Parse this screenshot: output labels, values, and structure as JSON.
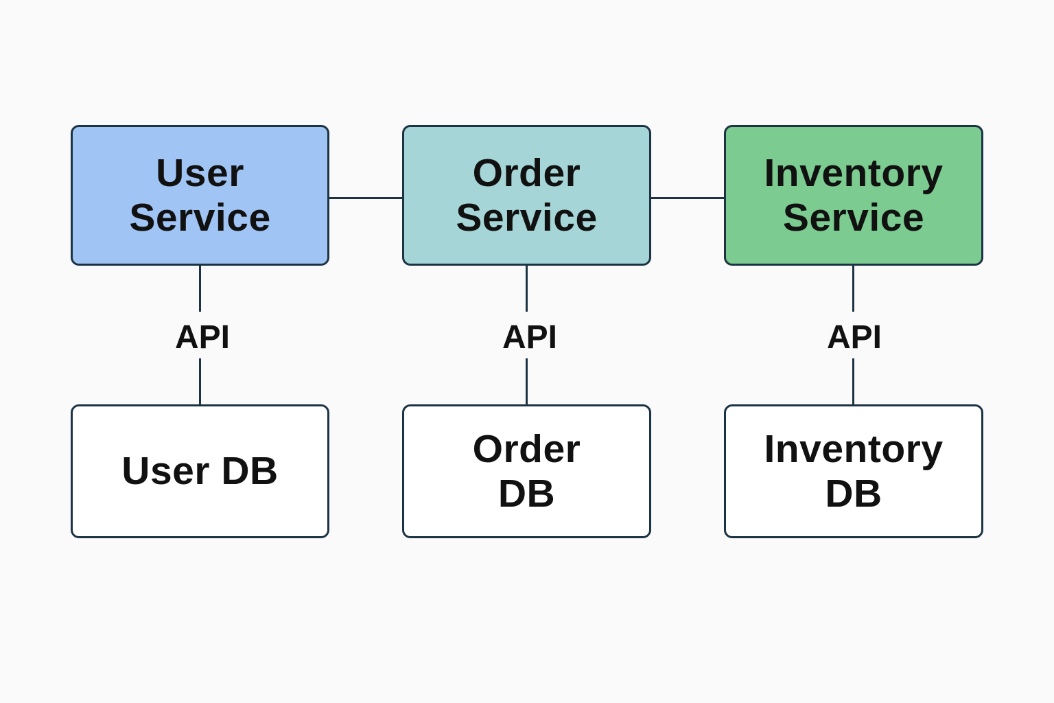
{
  "services": [
    {
      "line1": "User",
      "line2": "Service",
      "color": "#a0c4f4"
    },
    {
      "line1": "Order",
      "line2": "Service",
      "color": "#a5d5d6"
    },
    {
      "line1": "Inventory",
      "line2": "Service",
      "color": "#7ccb90"
    }
  ],
  "databases": [
    {
      "line1": "User DB",
      "line2": ""
    },
    {
      "line1": "Order",
      "line2": "DB"
    },
    {
      "line1": "Inventory",
      "line2": "DB"
    }
  ],
  "connectors": [
    {
      "label": "API"
    },
    {
      "label": "API"
    },
    {
      "label": "API"
    }
  ],
  "colors": {
    "border": "#1c3344",
    "background": "#fafafa",
    "db_fill": "#ffffff"
  }
}
